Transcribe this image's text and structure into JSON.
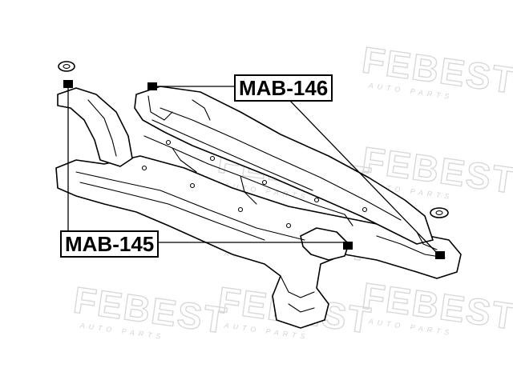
{
  "diagram": {
    "watermark": {
      "brand": "FEBEST",
      "tagline": "AUTO PARTS"
    },
    "callouts": [
      {
        "id": "upper",
        "part_number": "MAB-146"
      },
      {
        "id": "lower",
        "part_number": "MAB-145"
      }
    ]
  }
}
